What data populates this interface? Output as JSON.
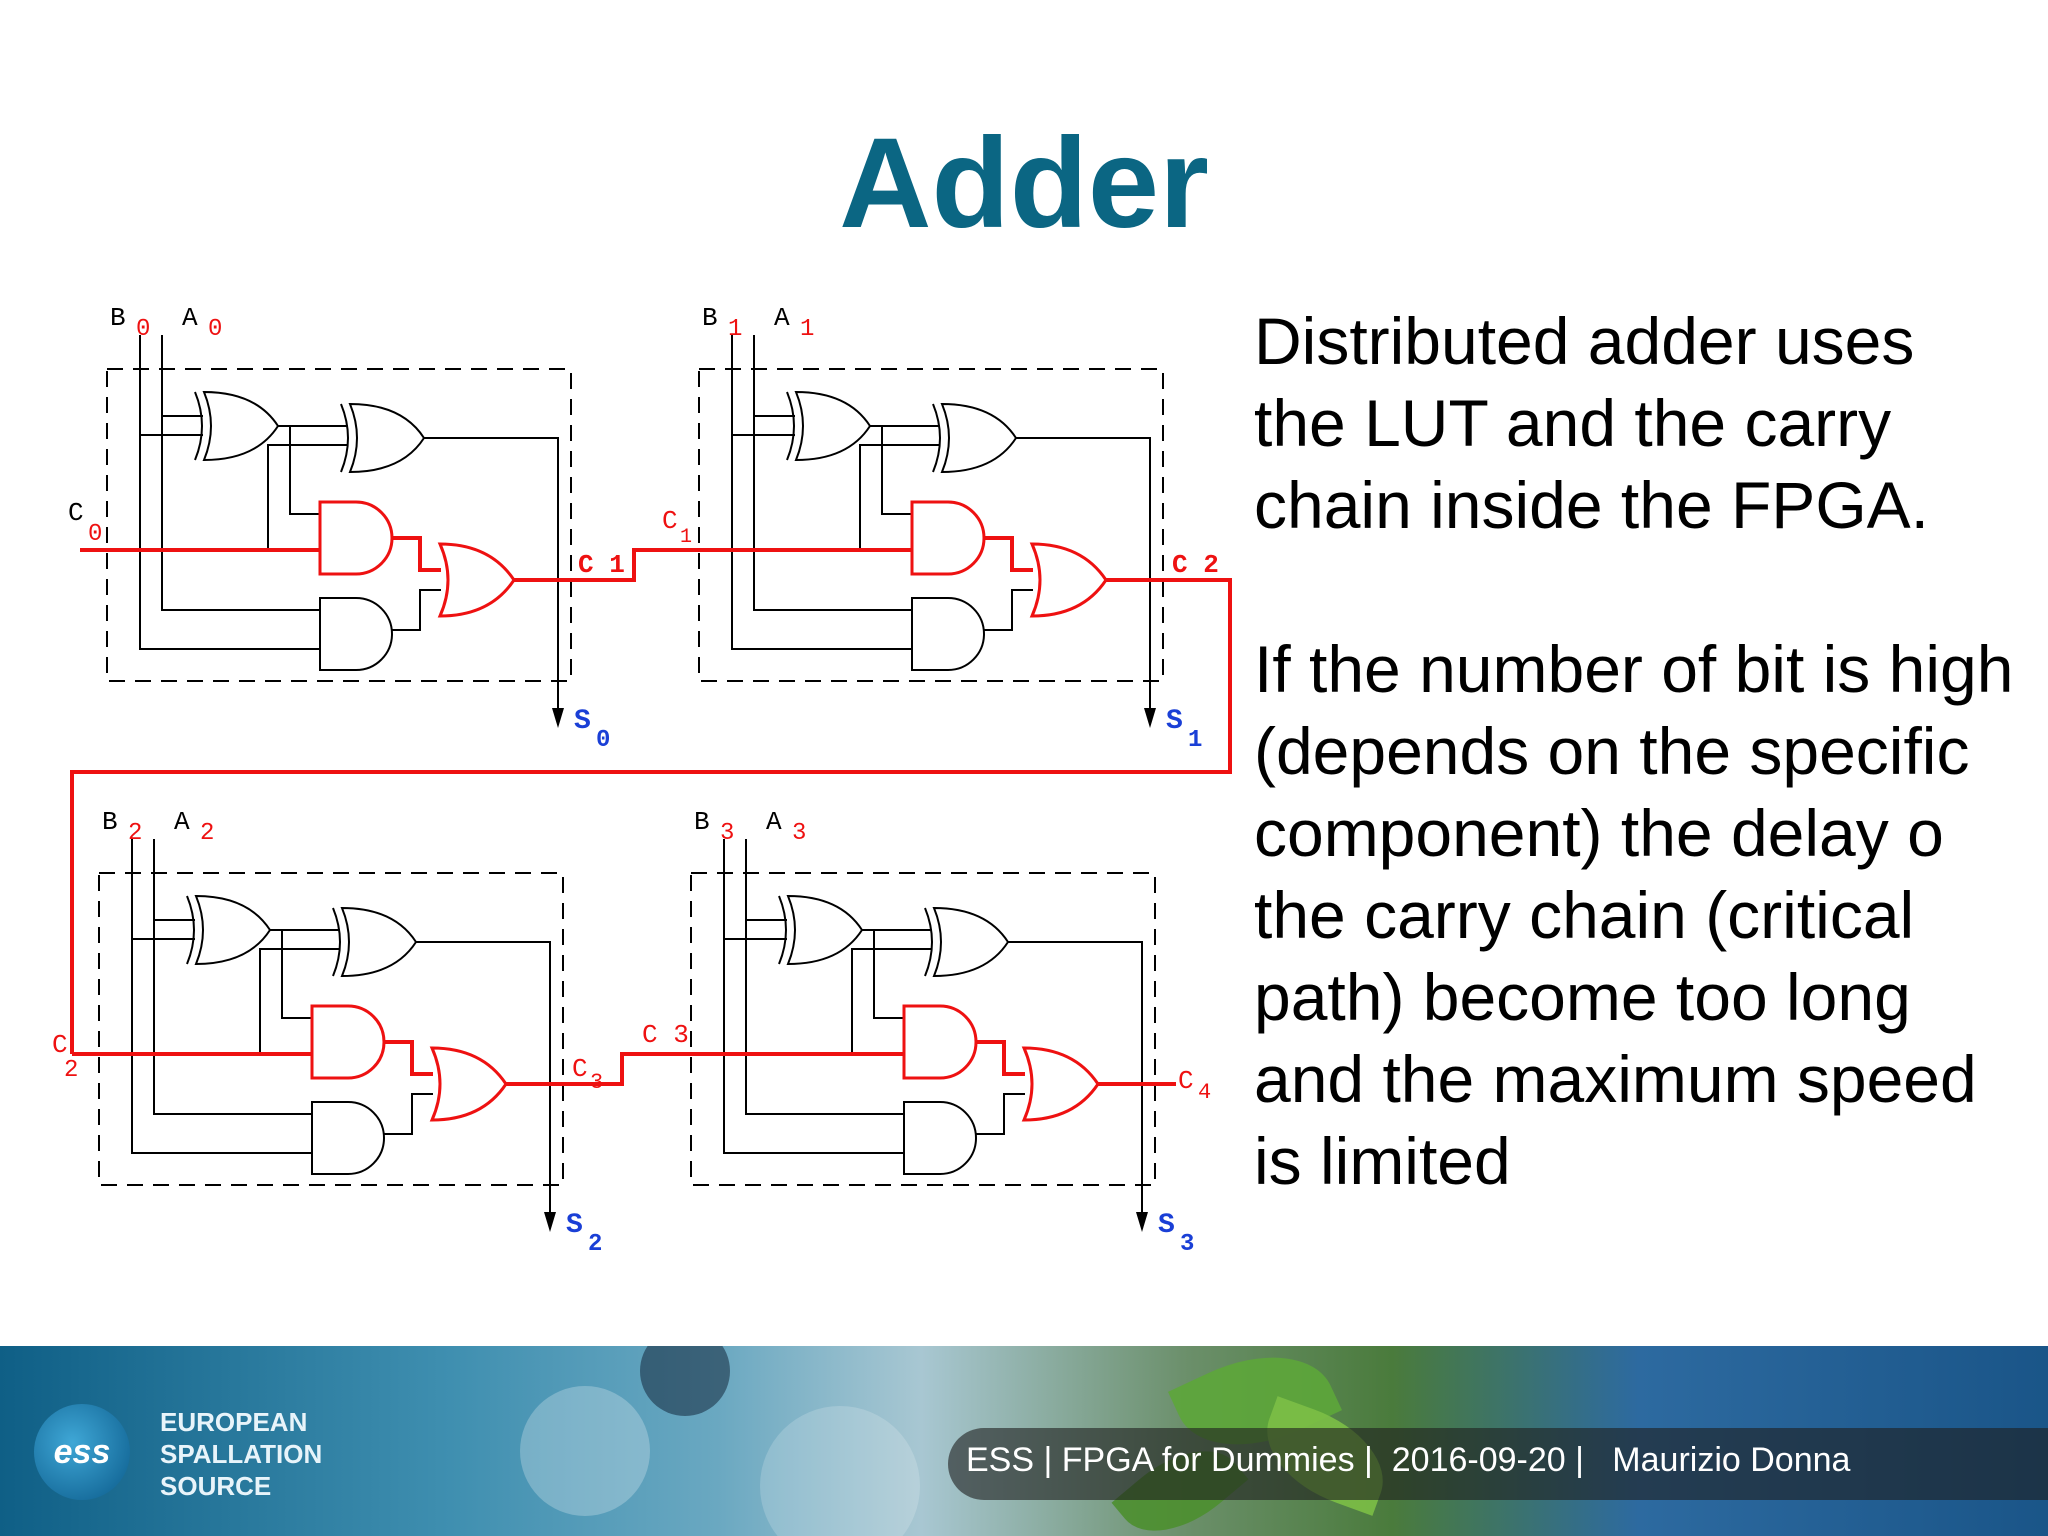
{
  "slide": {
    "title": "Adder",
    "paragraphs": [
      "Distributed adder uses the LUT and the carry chain inside the FPGA.",
      "If the number of bit is high (depends on the specific component) the delay o the carry chain (critical path) become too long and the maximum speed is limited"
    ]
  },
  "diagram": {
    "stages": [
      {
        "b_label": "B",
        "b_sub": "0",
        "a_label": "A",
        "a_sub": "0",
        "s_label": "S",
        "s_sub": "0"
      },
      {
        "b_label": "B",
        "b_sub": "1",
        "a_label": "A",
        "a_sub": "1",
        "s_label": "S",
        "s_sub": "1"
      },
      {
        "b_label": "B",
        "b_sub": "2",
        "a_label": "A",
        "a_sub": "2",
        "s_label": "S",
        "s_sub": "2"
      },
      {
        "b_label": "B",
        "b_sub": "3",
        "a_label": "A",
        "a_sub": "3",
        "s_label": "S",
        "s_sub": "3"
      }
    ],
    "carry_labels": {
      "c0": {
        "base": "C",
        "sub": "0"
      },
      "c1_out": "C 1",
      "c1_in": {
        "base": "C",
        "sub": "1"
      },
      "c2_out": "C 2",
      "c2_in": {
        "base": "C",
        "sub": "2"
      },
      "c3_out": {
        "base": "C",
        "sub": "3"
      },
      "c3_in": "C 3",
      "c4": {
        "base": "C",
        "sub": "4"
      }
    },
    "colors": {
      "carry": "#ee1111",
      "sum": "#1a3fd6",
      "wire": "#000000"
    }
  },
  "footer": {
    "logo_mark": "ess",
    "logo_lines": [
      "EUROPEAN",
      "SPALLATION",
      "SOURCE"
    ],
    "text": "ESS | FPGA for Dummies |  2016-09-20 |   Maurizio Donna"
  }
}
